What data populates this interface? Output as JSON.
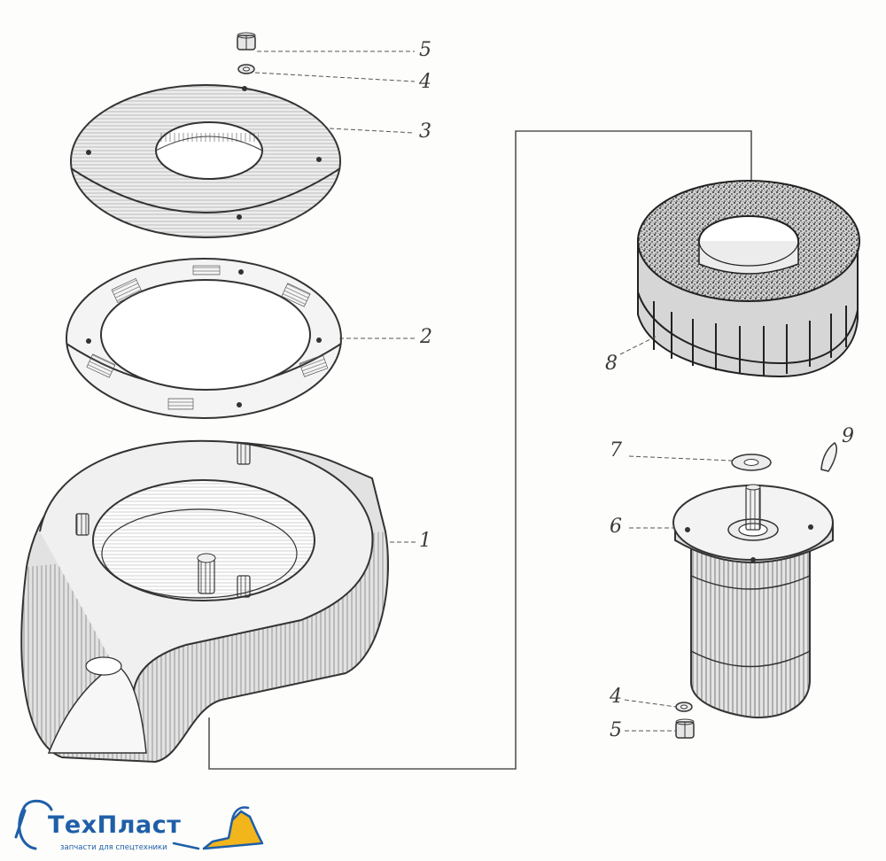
{
  "callouts": {
    "c5_top": "5",
    "c4_top": "4",
    "c3": "3",
    "c2": "2",
    "c1": "1",
    "c8": "8",
    "c7": "7",
    "c9": "9",
    "c6": "6",
    "c4_bottom": "4",
    "c5_bottom": "5"
  },
  "logo": {
    "name": "ТехПласт",
    "tagline": "запчасти для спецтехники",
    "colors": {
      "text": "#1f5fa8",
      "accent": "#f2b51c",
      "outline": "#1f5fa8"
    }
  },
  "colors": {
    "ink": "#3a3a3a",
    "paper": "#fdfdfb"
  }
}
